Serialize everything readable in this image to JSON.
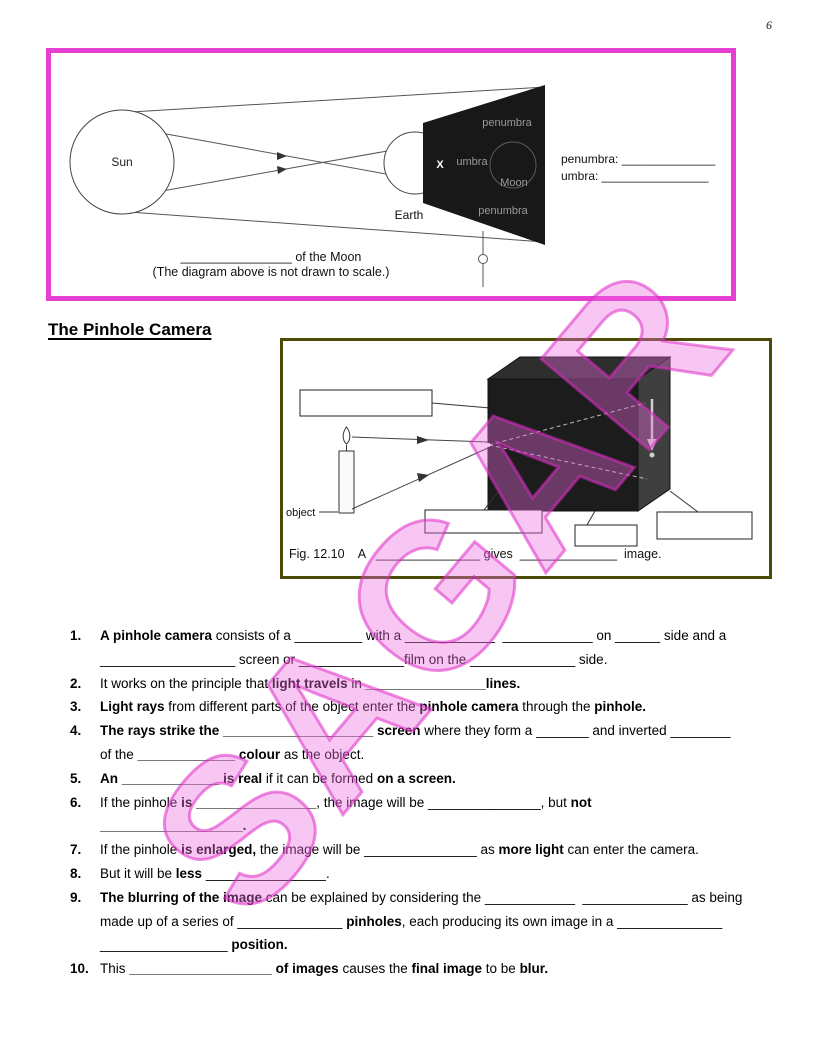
{
  "page_number": "6",
  "watermark": "SAGAR",
  "heading": "The Pinhole Camera",
  "eclipse": {
    "sun": "Sun",
    "earth": "Earth",
    "x_marker": "X",
    "penumbra_top": "penumbra",
    "umbra_inner": "umbra",
    "moon": "Moon",
    "penumbra_bottom": "penumbra",
    "side_penumbra": "penumbra: ______________",
    "side_umbra": "umbra: ________________",
    "caption_blank": "________________  of the Moon",
    "caption_note": "(The diagram above is not drawn to scale.)"
  },
  "pinhole": {
    "object_label": "object",
    "caption": "Fig. 12.10    A   _______________ gives  ______________  image."
  },
  "questions": [
    {
      "num": "1.",
      "segments": [
        {
          "t": "A pinhole camera",
          "b": true
        },
        {
          "t": " consists of a _________ with a ____________  ____________ on ______ side and a ",
          "b": false
        },
        {
          "br": true
        },
        {
          "t": "__________________ screen or ______________film on the ______________ side.",
          "b": false
        }
      ]
    },
    {
      "num": "2.",
      "segments": [
        {
          "t": "It works on the principle that ",
          "b": false
        },
        {
          "t": "light travels",
          "b": true
        },
        {
          "t": " in ",
          "b": false
        },
        {
          "t": "________________lines.",
          "b": true
        }
      ]
    },
    {
      "num": "3.",
      "segments": [
        {
          "t": "Light rays",
          "b": true
        },
        {
          "t": " from different parts of the object enter the ",
          "b": false
        },
        {
          "t": "pinhole camera",
          "b": true
        },
        {
          "t": " through the ",
          "b": false
        },
        {
          "t": "pinhole.",
          "b": true
        }
      ]
    },
    {
      "num": "4.",
      "segments": [
        {
          "t": "The rays strike the ",
          "b": true
        },
        {
          "t": "____________________ screen",
          "b": true
        },
        {
          "t": " where they form a _______ and inverted ________ ",
          "b": false
        },
        {
          "br": true
        },
        {
          "t": "of the ",
          "b": false
        },
        {
          "t": "_____________ colour",
          "b": true
        },
        {
          "t": " as the object.",
          "b": false
        }
      ]
    },
    {
      "num": "5.",
      "segments": [
        {
          "t": "An _____________ is real",
          "b": true
        },
        {
          "t": " if it can be formed ",
          "b": false
        },
        {
          "t": "on a screen.",
          "b": true
        }
      ]
    },
    {
      "num": "6.",
      "segments": [
        {
          "t": "If the pinhole ",
          "b": false
        },
        {
          "t": "is ________________",
          "b": true
        },
        {
          "t": ", the image will be _______________, but ",
          "b": false
        },
        {
          "t": "not",
          "b": true
        },
        {
          "br": true
        },
        {
          "t": "___________________.",
          "b": true
        }
      ]
    },
    {
      "num": "7.",
      "segments": [
        {
          "t": "If the pinhole ",
          "b": false
        },
        {
          "t": "is enlarged,",
          "b": true
        },
        {
          "t": " the image will be _______________ as ",
          "b": false
        },
        {
          "t": "more light",
          "b": true
        },
        {
          "t": " can enter the camera.",
          "b": false
        }
      ]
    },
    {
      "num": "8.",
      "segments": [
        {
          "t": "But it will be ",
          "b": false
        },
        {
          "t": "less",
          "b": true
        },
        {
          "t": " ________________.",
          "b": false
        }
      ]
    },
    {
      "num": "9.",
      "segments": [
        {
          "t": "The blurring of the image",
          "b": true
        },
        {
          "t": " can be explained by considering the ____________  ______________ as being ",
          "b": false
        },
        {
          "br": true
        },
        {
          "t": "made up of a series of ______________ ",
          "b": false
        },
        {
          "t": "pinholes",
          "b": true
        },
        {
          "t": ", each producing its own image in a ______________ ",
          "b": false
        },
        {
          "br": true
        },
        {
          "t": "_________________ ",
          "b": false
        },
        {
          "t": "position.",
          "b": true
        }
      ]
    },
    {
      "num": "10.",
      "segments": [
        {
          "t": "This ",
          "b": false
        },
        {
          "t": "___________________ ",
          "b": true
        },
        {
          "t": "of images",
          "b": true
        },
        {
          "t": " causes the ",
          "b": false
        },
        {
          "t": "final image",
          "b": true
        },
        {
          "t": " to be ",
          "b": false
        },
        {
          "t": "blur.",
          "b": true
        }
      ]
    }
  ]
}
